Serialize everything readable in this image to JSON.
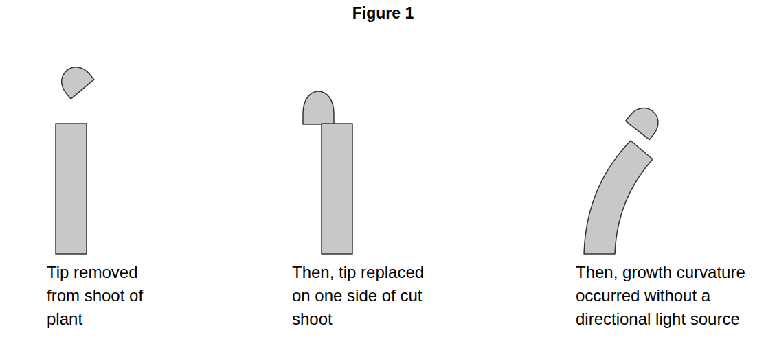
{
  "diagram": {
    "title": "Figure 1",
    "labels": [
      "Tip removed from shoot of plant",
      "Then, tip replaced on one side of cut shoot",
      "Then, growth curvature occurred without a directional light source"
    ]
  }
}
